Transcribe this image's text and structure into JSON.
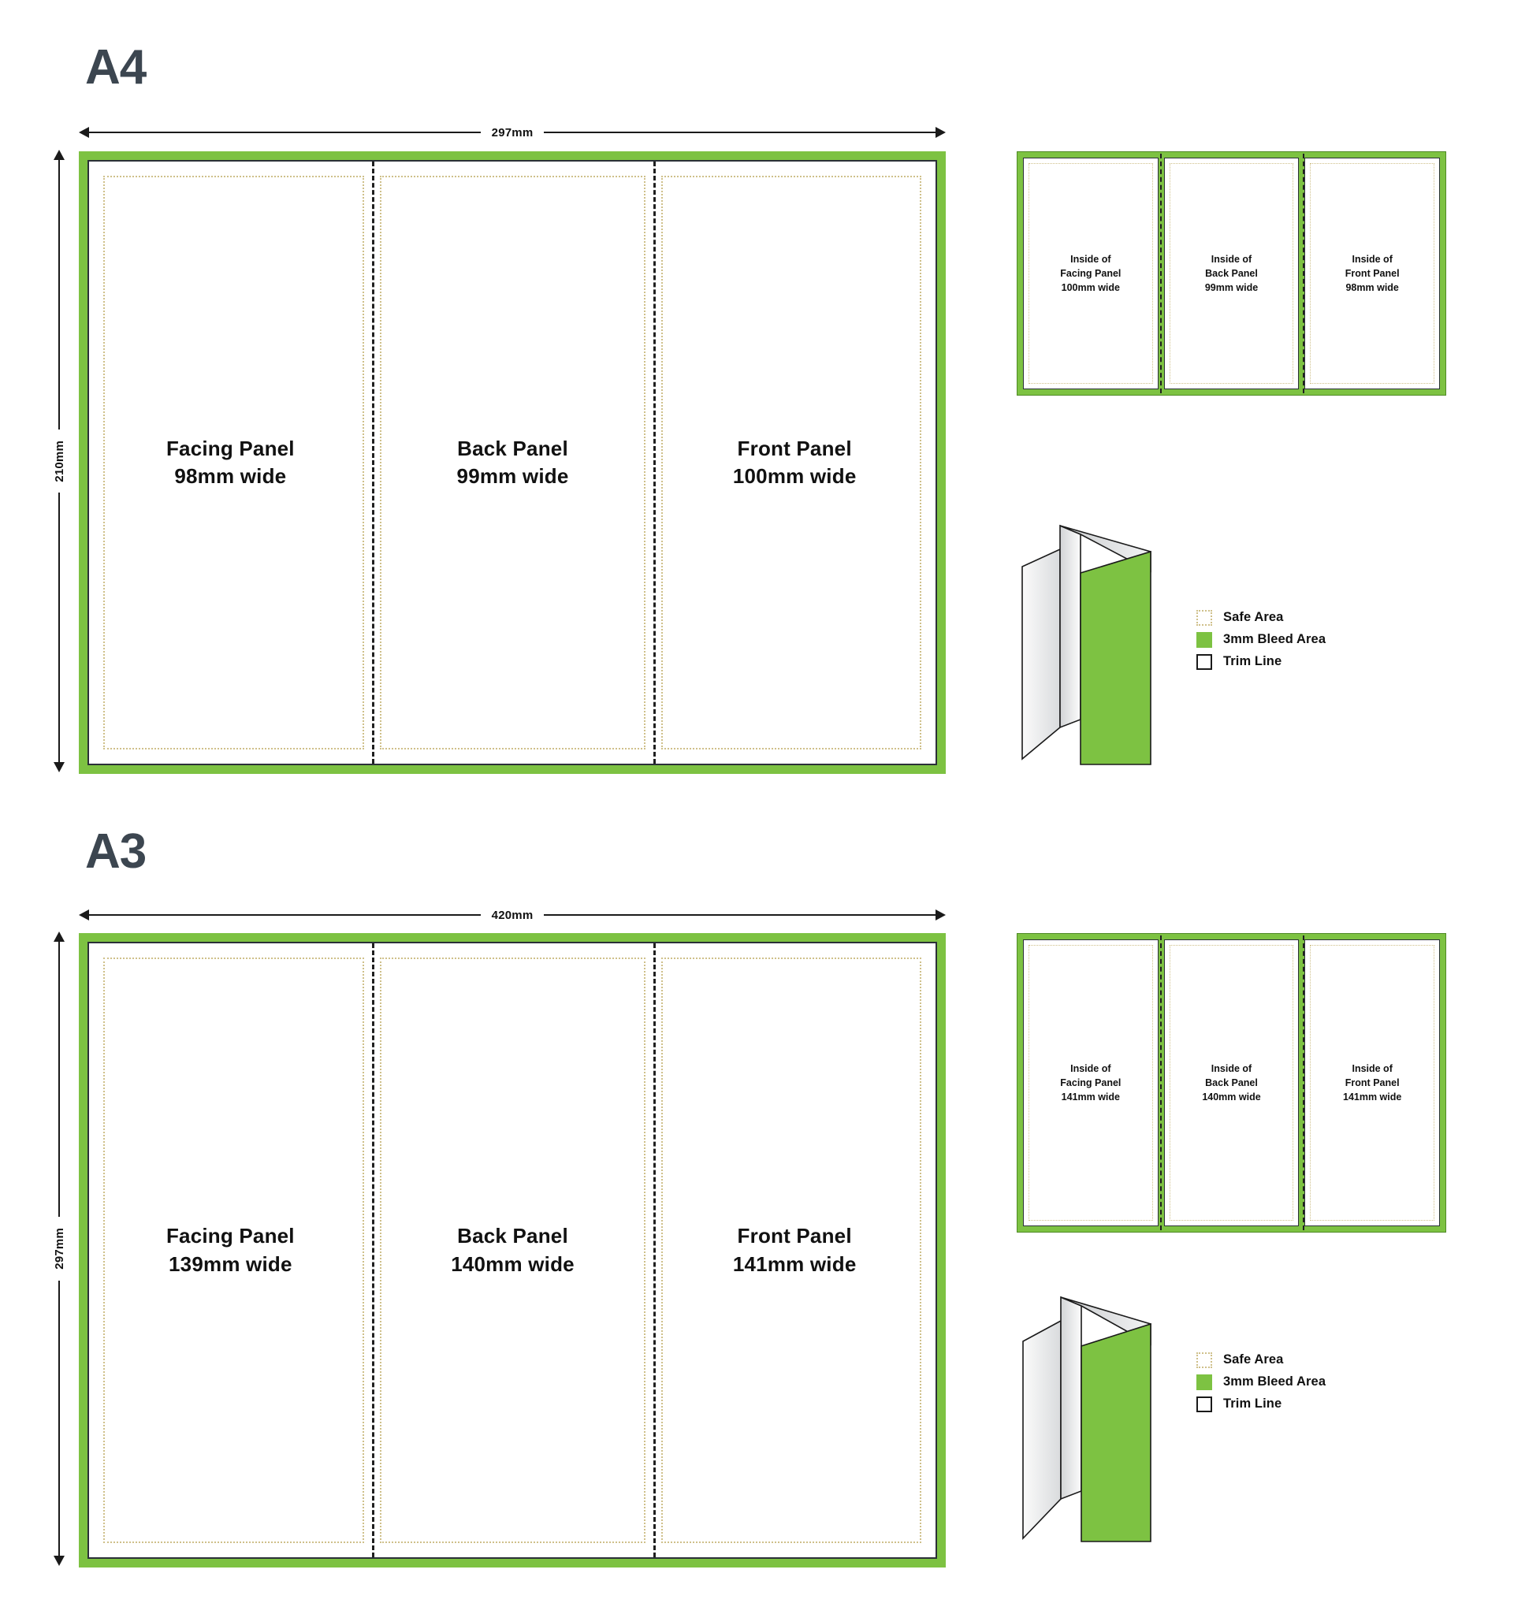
{
  "colors": {
    "bleed_green": "#7dc242",
    "trim_dark": "#2b3038",
    "safe_tan": "#cfc08a",
    "heading_slate": "#3c4650",
    "text_black": "#111111"
  },
  "sections": [
    {
      "id": "a4",
      "heading": "A4",
      "dimensions": {
        "width_label": "297mm",
        "height_label": "210mm"
      },
      "outside_spread": {
        "panels": [
          {
            "name": "Facing Panel",
            "title": "Facing Panel",
            "width_text": "98mm wide"
          },
          {
            "name": "Back Panel",
            "title": "Back Panel",
            "width_text": "99mm wide"
          },
          {
            "name": "Front Panel",
            "title": "Front Panel",
            "width_text": "100mm wide"
          }
        ]
      },
      "inside_spread": {
        "panels": [
          {
            "line1": "Inside of",
            "line2": "Facing Panel",
            "line3": "100mm wide"
          },
          {
            "line1": "Inside of",
            "line2": "Back Panel",
            "line3": "99mm wide"
          },
          {
            "line1": "Inside of",
            "line2": "Front Panel",
            "line3": "98mm wide"
          }
        ]
      },
      "legend": [
        {
          "swatch": "safe",
          "label": "Safe Area"
        },
        {
          "swatch": "bleed",
          "label": "3mm Bleed Area"
        },
        {
          "swatch": "trim",
          "label": "Trim Line"
        }
      ]
    },
    {
      "id": "a3",
      "heading": "A3",
      "dimensions": {
        "width_label": "420mm",
        "height_label": "297mm"
      },
      "outside_spread": {
        "panels": [
          {
            "name": "Facing Panel",
            "title": "Facing Panel",
            "width_text": "139mm wide"
          },
          {
            "name": "Back Panel",
            "title": "Back Panel",
            "width_text": "140mm wide"
          },
          {
            "name": "Front Panel",
            "title": "Front Panel",
            "width_text": "141mm wide"
          }
        ]
      },
      "inside_spread": {
        "panels": [
          {
            "line1": "Inside of",
            "line2": "Facing Panel",
            "line3": "141mm wide"
          },
          {
            "line1": "Inside of",
            "line2": "Back Panel",
            "line3": "140mm wide"
          },
          {
            "line1": "Inside of",
            "line2": "Front Panel",
            "line3": "141mm wide"
          }
        ]
      },
      "legend": [
        {
          "swatch": "safe",
          "label": "Safe Area"
        },
        {
          "swatch": "bleed",
          "label": "3mm Bleed Area"
        },
        {
          "swatch": "trim",
          "label": "Trim Line"
        }
      ]
    }
  ]
}
